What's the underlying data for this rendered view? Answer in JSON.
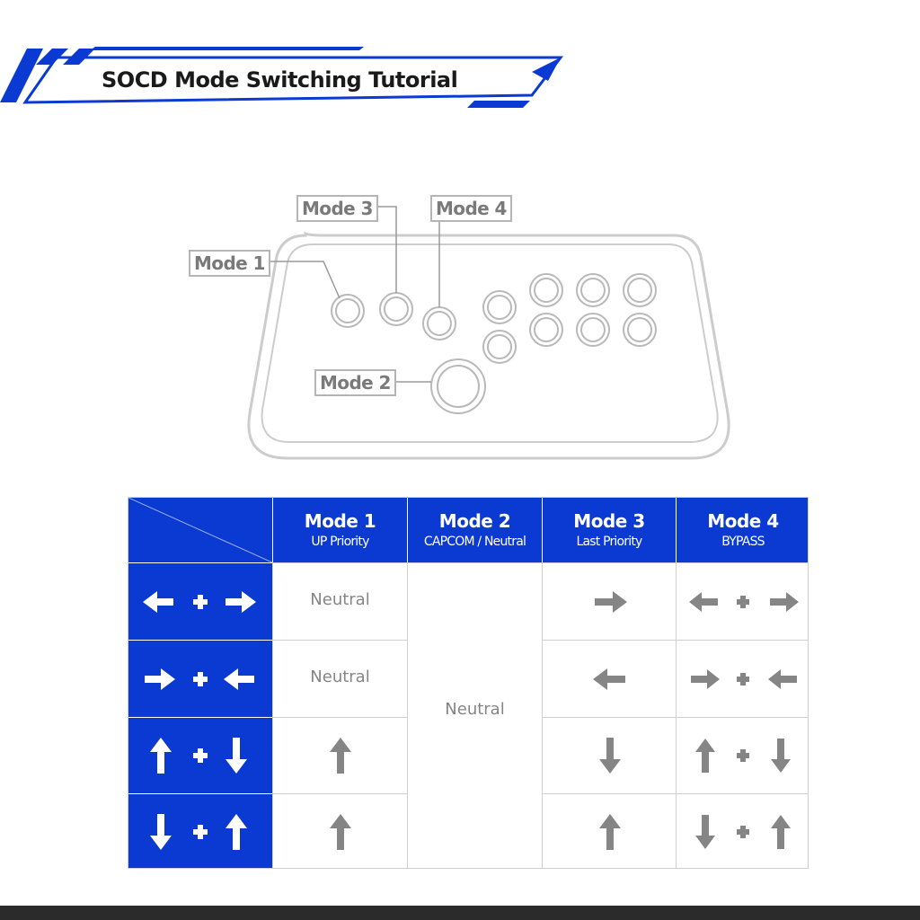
{
  "header": {
    "title": "SOCD Mode Switching Tutorial"
  },
  "stick": {
    "mode1_label": "Mode 1",
    "mode2_label": "Mode 2",
    "mode3_label": "Mode 3",
    "mode4_label": "Mode 4"
  },
  "table": {
    "columns": [
      {
        "title": "Mode 1",
        "subtitle": "UP Priority"
      },
      {
        "title": "Mode 2",
        "subtitle": "CAPCOM / Neutral"
      },
      {
        "title": "Mode 3",
        "subtitle": "Last Priority"
      },
      {
        "title": "Mode 4",
        "subtitle": "BYPASS"
      }
    ],
    "rows": [
      {
        "input": "left-plus-right",
        "mode1": "Neutral",
        "mode3": "right",
        "mode4": "left-plus-right"
      },
      {
        "input": "right-plus-left",
        "mode1": "Neutral",
        "mode3": "left",
        "mode4": "right-plus-left"
      },
      {
        "input": "up-plus-down",
        "mode1": "up",
        "mode3": "down",
        "mode4": "up-plus-down"
      },
      {
        "input": "down-plus-up",
        "mode1": "up",
        "mode3": "up",
        "mode4": "down-plus-up"
      }
    ],
    "mode2_merged_value": "Neutral"
  },
  "colors": {
    "accent": "#0b3ad3",
    "arrow_gray": "#858585",
    "outline_gray": "#c8c8c8"
  }
}
